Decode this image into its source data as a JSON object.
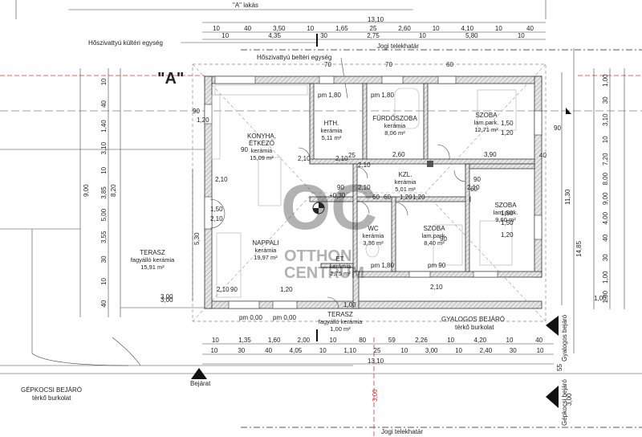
{
  "labels": {
    "lakas_a_top": "\"A\" lakás",
    "a_marker": "\"A\"",
    "hoszivattyu_kulteri": "Hőszivattyú kültéri egység",
    "hoszivattyu_belteri": "Hőszivattyú beltéri egység",
    "jogi_telekhatar_top": "Jogi telekhatár",
    "jogi_telekhatar_bottom": "Jogi telekhatár",
    "gyalogos_bejaro": "GYALOGOS BEJÁRÓ",
    "gyalogos_bejaro_sub": "térkő burkolat",
    "gyalogos_bejaro_vertical": "Gyalogos bejáró",
    "gepkocsi_bejaro": "GÉPKOCSI BEJÁRÓ",
    "gepkocsi_bejaro_sub": "térkő burkolat",
    "gepkocsi_bejaro_vertical": "Gépkocsi bejáró",
    "bejarat": "Bejárat",
    "watermark_top": "OC",
    "watermark_line1": "OTTHON",
    "watermark_line2": "CENTRUM",
    "pm_0_a": "pm 0,00",
    "pm_0_b": "pm 0,00",
    "pm_1_80_a": "pm 1,80",
    "pm_1_80_b": "pm 1,80",
    "pm_1_80_c": "pm 1,80",
    "pm_90": "pm 90",
    "pm_plus030": "+0,30"
  },
  "rooms": [
    {
      "id": "konyha",
      "name": "KONYHA,",
      "name2": "ÉTKEZŐ",
      "material": "kerámia",
      "area": "15,09 m²"
    },
    {
      "id": "hth",
      "name": "HTH.",
      "name2": "",
      "material": "kerámia",
      "area": "5,11 m²"
    },
    {
      "id": "furdo",
      "name": "FÜRDŐSZOBA",
      "name2": "",
      "material": "kerámia",
      "area": "8,06 m²"
    },
    {
      "id": "szoba1",
      "name": "SZOBA",
      "name2": "",
      "material": "lam.park.",
      "area": "12,71 m²"
    },
    {
      "id": "kzl",
      "name": "KZL.",
      "name2": "",
      "material": "kerámia",
      "area": "5,01 m²"
    },
    {
      "id": "szoba2",
      "name": "SZOBA",
      "name2": "",
      "material": "lam.park.",
      "area": "9,60 m²"
    },
    {
      "id": "wc",
      "name": "WC",
      "name2": "",
      "material": "kerámia",
      "area": "3,36 m²"
    },
    {
      "id": "szoba3",
      "name": "SZOBA",
      "name2": "",
      "material": "lam.park.",
      "area": "8,40 m²"
    },
    {
      "id": "nappali",
      "name": "NAPPALI",
      "name2": "",
      "material": "kerámia",
      "area": "19,97 m²"
    },
    {
      "id": "et",
      "name": "ET.",
      "name2": "",
      "material": "kerámia",
      "area": "2,75 m²"
    },
    {
      "id": "terasz_w",
      "name": "TERASZ",
      "name2": "",
      "material": "fagyálló kerámia",
      "area": "15,91 m²"
    },
    {
      "id": "terasz_s",
      "name": "TERASZ",
      "name2": "",
      "material": "fagyálló kerámia",
      "area": "1,00 m²"
    }
  ],
  "dims": {
    "top_total": "13,10",
    "top_row1": [
      "10",
      "40",
      "3,50",
      "10",
      "1,65",
      "25",
      "2,60",
      "10",
      "4,10",
      "10",
      "40"
    ],
    "top_row2": [
      "10",
      "4,35",
      "30",
      "2,75",
      "10",
      "5,80",
      "10"
    ],
    "bottom_row1": [
      "10",
      "1,35",
      "1,60",
      "2,00",
      "10",
      "80",
      "59",
      "2,26",
      "10",
      "4,20",
      "10",
      "40"
    ],
    "bottom_row2": [
      "10",
      "30",
      "40",
      "4,05",
      "10",
      "1,10",
      "25",
      "10",
      "3,00",
      "10",
      "2,40",
      "30",
      "10"
    ],
    "bottom_total": "13,10",
    "left_outer": "9,00",
    "left_mid": "8,20",
    "left_a": [
      "10",
      "40",
      "1,40",
      "3,10",
      "10",
      "3,85",
      "5,00",
      "3,55",
      "30",
      "10",
      "40"
    ],
    "left_terrace": "5,30",
    "right_outer_a": "14,85",
    "right_outer_b": "11,30",
    "right_a": [
      "1,00",
      "30",
      "3,10",
      "10",
      "7,20",
      "8,00",
      "9,00",
      "4,00",
      "40",
      "30",
      "1,00",
      "1,00"
    ],
    "vertical_300": "3,00",
    "v_55": "55",
    "windows": [
      "90",
      "1,20",
      "1,50",
      "2,10",
      "90",
      "2,10",
      "1,50",
      "1,20",
      "1,50",
      "1,20",
      "90",
      "2,10",
      "2,10",
      "2,10",
      "90",
      "60",
      "60",
      "60",
      "1,20",
      "1,20",
      "70",
      "70",
      "60",
      "2,10",
      "90",
      "2,10",
      "90",
      "1,20",
      "1,50",
      "1,00",
      "1,00",
      "3,00",
      "2,10",
      "90",
      "2,60",
      "3,90",
      "25",
      "40",
      "2,10"
    ]
  }
}
